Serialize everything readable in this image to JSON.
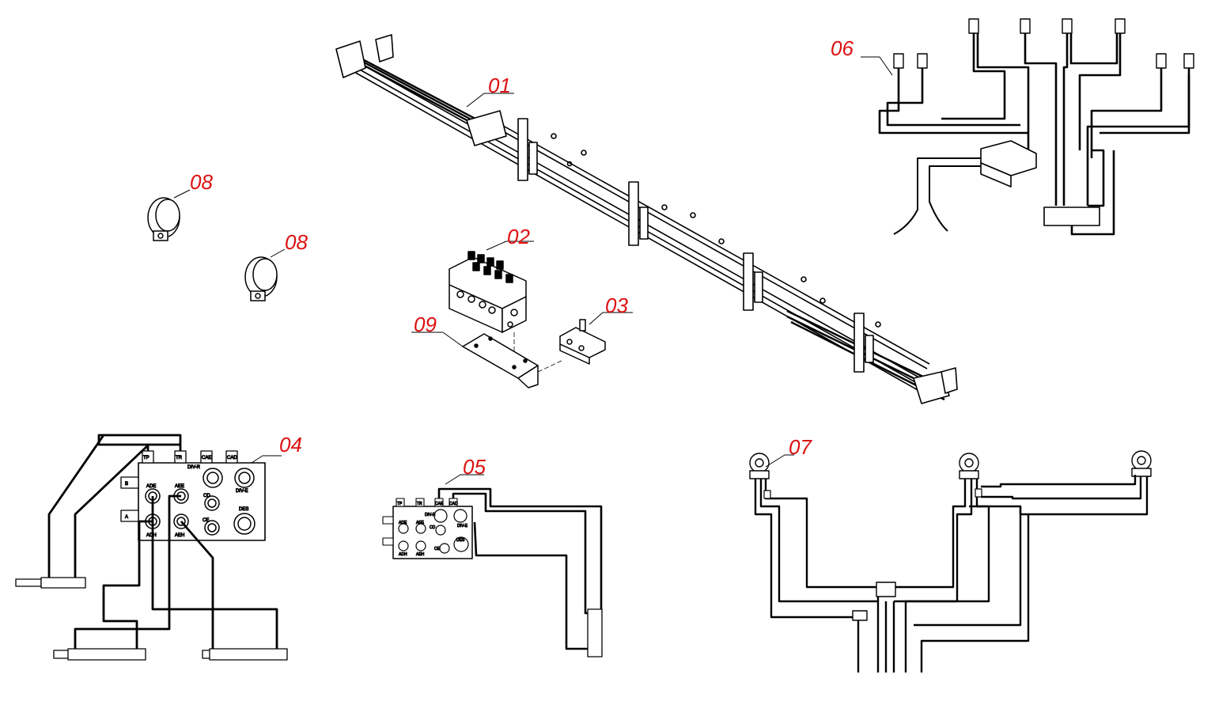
{
  "colors": {
    "label": "#dd1111",
    "line": "#000000",
    "background": "#ffffff"
  },
  "callouts": [
    {
      "id": "01",
      "text": "01"
    },
    {
      "id": "02",
      "text": "02"
    },
    {
      "id": "03",
      "text": "03"
    },
    {
      "id": "04",
      "text": "04"
    },
    {
      "id": "05",
      "text": "05"
    },
    {
      "id": "06",
      "text": "06"
    },
    {
      "id": "07",
      "text": "07"
    },
    {
      "id": "08a",
      "text": "08"
    },
    {
      "id": "08b",
      "text": "08"
    },
    {
      "id": "09",
      "text": "09"
    }
  ],
  "block04": {
    "top_ports": [
      "TP",
      "TR",
      "CAE",
      "CAD"
    ],
    "side_ports": [
      "B",
      "A"
    ],
    "port_labels": [
      "ADE",
      "AEE",
      "DIV-R",
      "DIV-E",
      "CD",
      "DES",
      "CE",
      "ADH",
      "AEH"
    ]
  },
  "block05": {
    "top_ports": [
      "TP",
      "TR",
      "CAE",
      "CAD"
    ],
    "port_labels": [
      "ADE",
      "AEE",
      "DIV-R",
      "DIV-E",
      "CD",
      "CE",
      "DES",
      "ADH",
      "AEH"
    ]
  }
}
